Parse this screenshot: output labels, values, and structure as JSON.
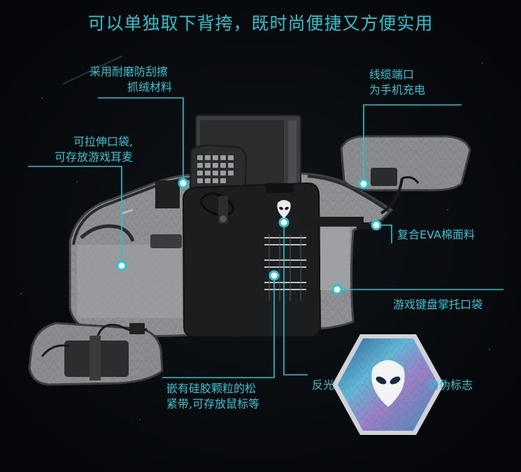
{
  "headline": "可以单独取下背挎，既时尚便捷又方便实用",
  "callouts": {
    "durable_fabric": [
      "采用耐磨防刮擦",
      "抓绒材料"
    ],
    "cable_port": [
      "线缆端口",
      "为手机充电"
    ],
    "stretch_pocket": [
      "可拉伸口袋,",
      "可存放游戏耳麦"
    ],
    "eva_surface": "复合EVA棉面料",
    "keyboard_pocket": "游戏键盘掌托口袋",
    "silicone_strap": [
      "嵌有硅胶颗粒的松",
      "紧带,可存放鼠标等"
    ],
    "reflective": "反光",
    "anti_counterfeit": "防伪标志"
  },
  "colors": {
    "accent": "#27c3cf",
    "background": "#05070a",
    "bag_lining": "#8e9093",
    "bag_panel": "#1c1d1f"
  },
  "icons": {
    "logo": "alien-head-icon"
  }
}
